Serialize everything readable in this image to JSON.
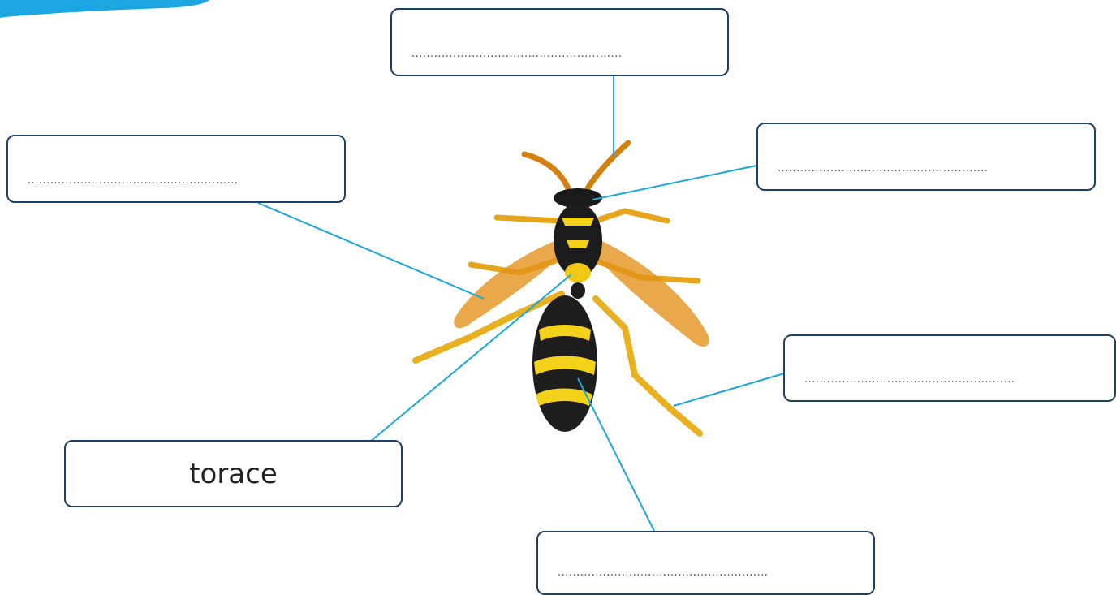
{
  "labels": {
    "antenne": {
      "text": "........................................................"
    },
    "testa": {
      "text": "........................................................"
    },
    "ali": {
      "text": "........................................................"
    },
    "torace": {
      "text": "torace"
    },
    "zampe": {
      "text": "........................................................"
    },
    "addome": {
      "text": "........................................................"
    }
  },
  "colors": {
    "leader": "#1aa7e0",
    "box_border": "#1e3f66",
    "brush": "#1ba6e2"
  },
  "icons": {
    "brush": "brush-stroke-decoration",
    "wasp": "wasp-illustration"
  }
}
